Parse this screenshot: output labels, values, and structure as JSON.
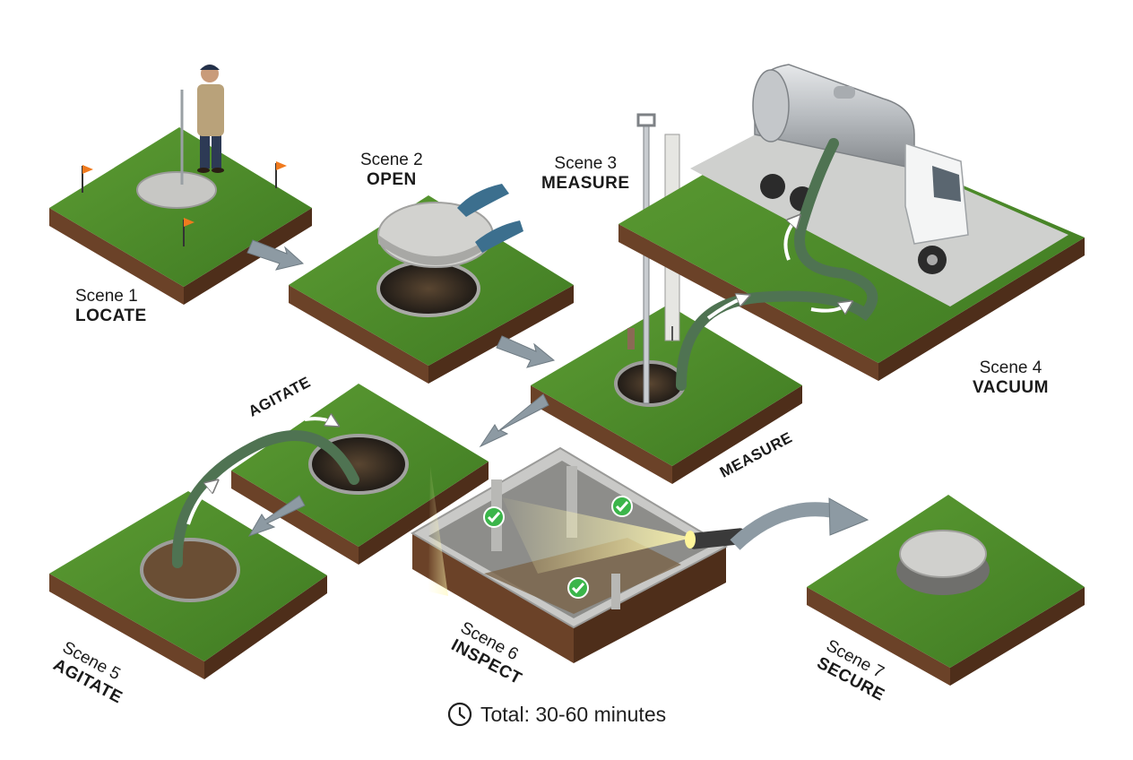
{
  "scenes": [
    {
      "scene": "Scene 1",
      "title": "LOCATE"
    },
    {
      "scene": "Scene 2",
      "title": "OPEN"
    },
    {
      "scene": "Scene 3",
      "title": "MEASURE"
    },
    {
      "scene": "Scene 4",
      "title": "VACUUM"
    },
    {
      "scene": "Scene 5",
      "title": "AGITATE"
    },
    {
      "scene": "Scene 6",
      "title": "INSPECT"
    },
    {
      "scene": "Scene 7",
      "title": "SECURE"
    }
  ],
  "annotations": {
    "agitate": "AGITATE",
    "measure": "MEASURE"
  },
  "total": "Total: 30-60 minutes",
  "colors": {
    "grass": "#4f8f2c",
    "grass_dark": "#3d7420",
    "soil": "#6b4228",
    "soil_dark": "#4e2e1a",
    "concrete": "#c9c9c7",
    "hose": "#4f7352",
    "arrow": "#8d9aa3",
    "flag": "#f07a1e",
    "check": "#3bb54a",
    "truck": "#f4f5f5",
    "tank": "#b9bcc0"
  },
  "icons": [
    "clock-icon",
    "check-icon",
    "flag-icon",
    "flow-arrow-icon"
  ]
}
